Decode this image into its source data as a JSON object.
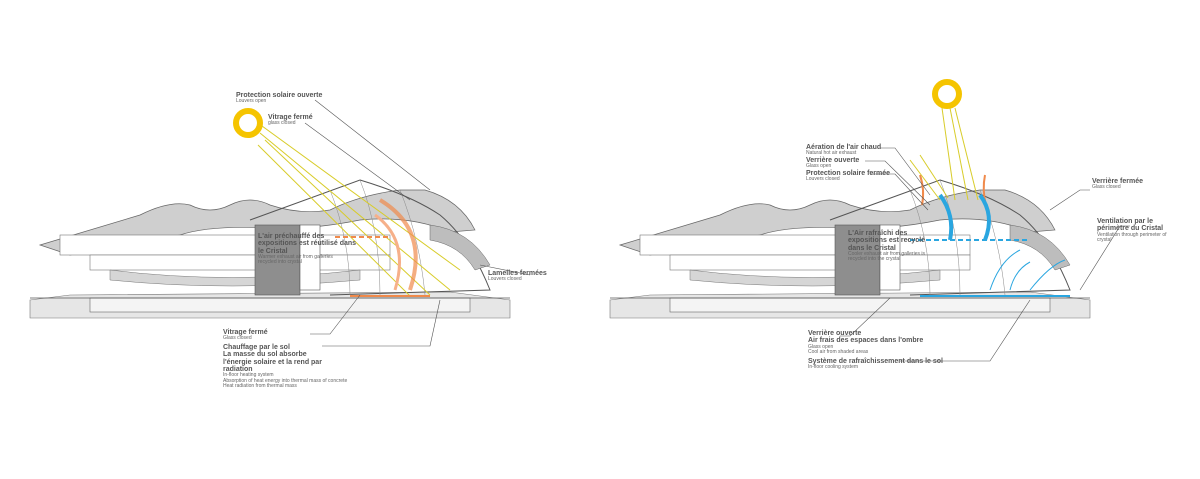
{
  "left_diagram": {
    "labels": [
      {
        "fr": "Protection solaire ouverte",
        "en": "Louvers open"
      },
      {
        "fr": "Vitrage fermé",
        "en": "glass closed"
      },
      {
        "fr": "L'air préchauffé des expositions est réutilisé dans le Cristal",
        "en": "Warmer exhaust air from galleries recycled into crystal"
      },
      {
        "fr": "Lamelles fermées",
        "en": "Louvers closed"
      },
      {
        "fr": "Vitrage fermé",
        "en": "Glass closed"
      },
      {
        "fr": "Chauffage par le sol",
        "fr2": "La masse du sol absorbe l'énergie solaire et la rend par radiation",
        "en": "In-floor heating system",
        "en2": "Absorption of heat energy into thermal mass of concrete",
        "en3": "Heat radiation from thermal mass"
      }
    ]
  },
  "right_diagram": {
    "labels": [
      {
        "fr": "Aération de l'air chaud",
        "en": "Natural hot air exhaust"
      },
      {
        "fr": "Verrière ouverte",
        "en": "Glass open"
      },
      {
        "fr": "Protection solaire fermée",
        "en": "Louvers closed"
      },
      {
        "fr": "Verrière fermée",
        "en": "Glass closed"
      },
      {
        "fr": "L'Air rafraîchi des expositions est recyclé dans le Cristal",
        "en": "Cooler exhaust air from galleries is recycled into the crystal"
      },
      {
        "fr": "Ventilation par le périmètre du Cristal",
        "en": "Ventilation through perimeter of crystal"
      },
      {
        "fr": "Verrière ouverte",
        "fr2": "Air frais des espaces dans l'ombre",
        "en": "Glass open",
        "en2": "Cool air from shaded areas"
      },
      {
        "fr": "Système de rafraîchissement dans le sol",
        "en": "In-floor cooling system"
      }
    ]
  },
  "colors": {
    "sun": "#f5c400",
    "warm": "#f08a4b",
    "cool": "#2aa6e0",
    "ray": "#d8cc2a",
    "line": "#555555"
  }
}
